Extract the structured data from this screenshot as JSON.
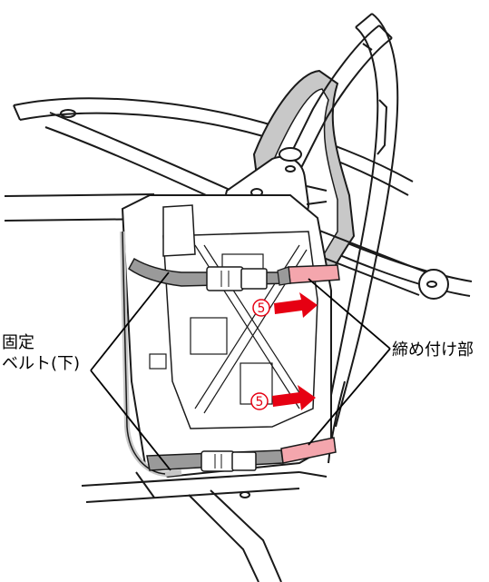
{
  "callouts": {
    "fixing_belt_line1": "固定",
    "fixing_belt_line2": "ベルト(下)",
    "tightening_part": "締め付け部"
  },
  "step": {
    "upper": "5",
    "lower": "5"
  },
  "colors": {
    "line": "#1a1a1a",
    "frame_gray": "#c8c8c8",
    "belt_gray": "#9a9a9a",
    "pink_strap": "#f4a6ad",
    "arrow_red": "#e60012",
    "step_red": "#e60012"
  }
}
